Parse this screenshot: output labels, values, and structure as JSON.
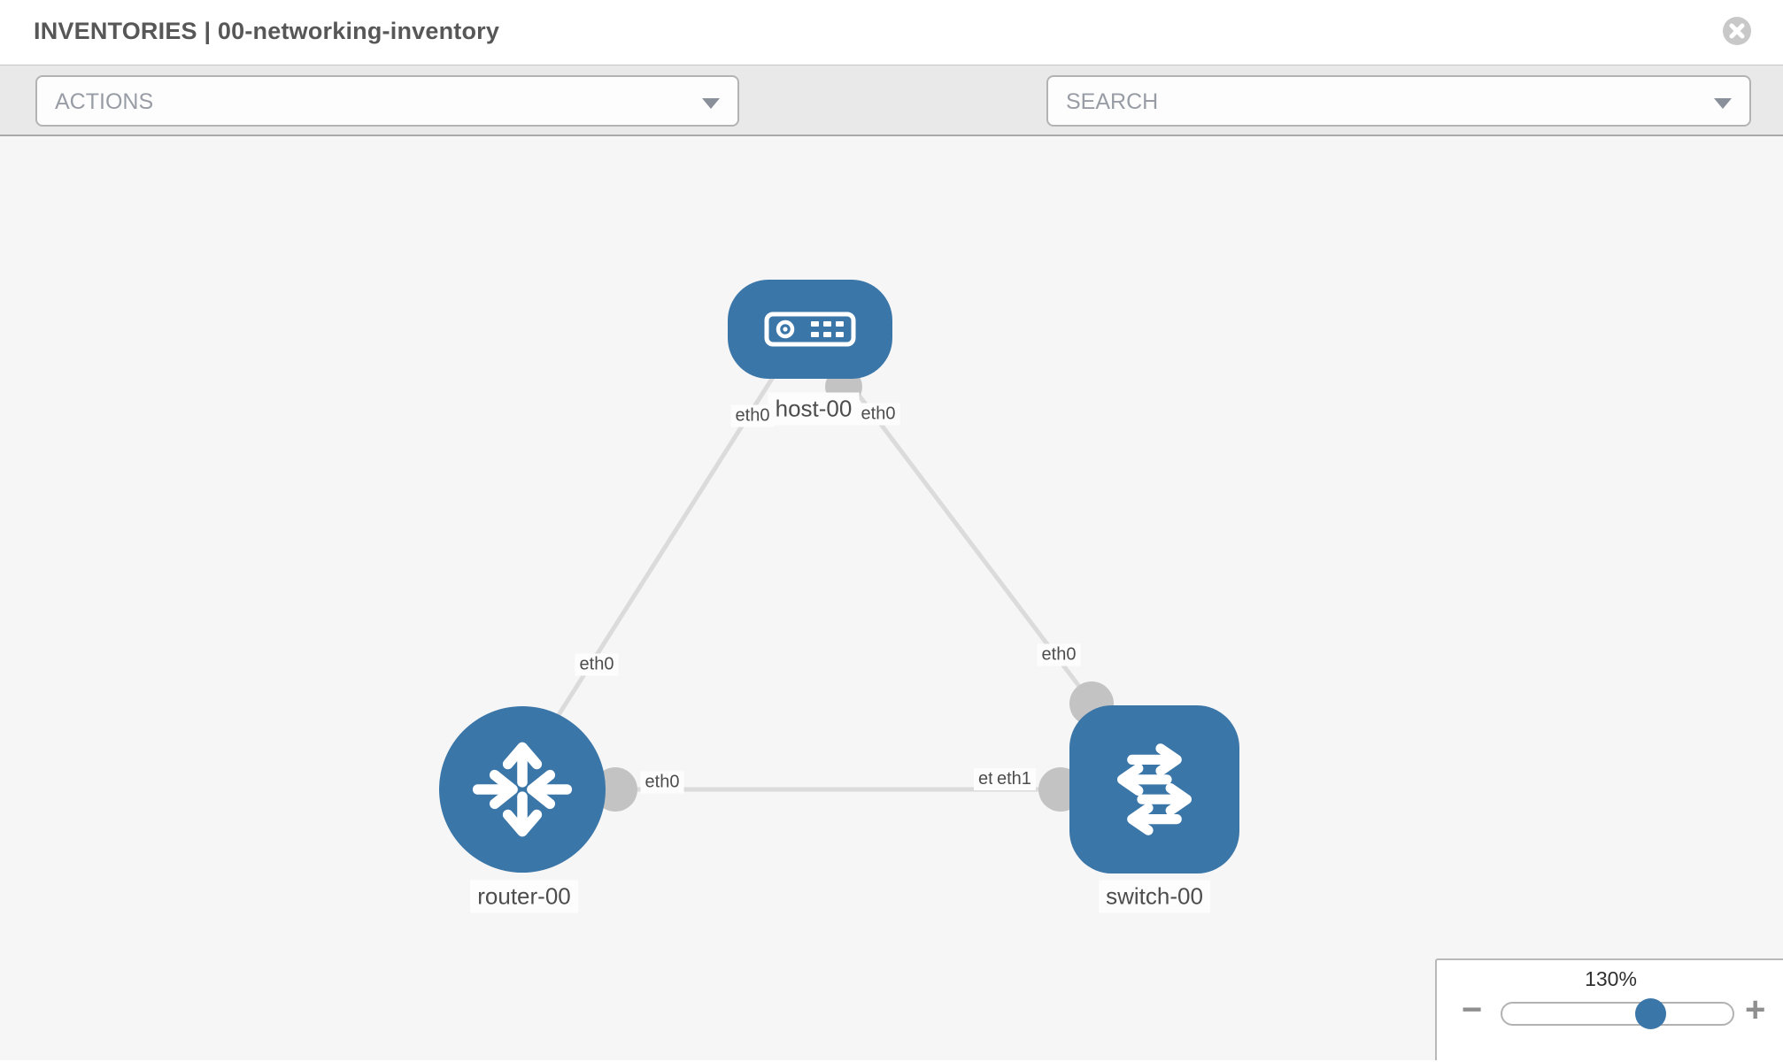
{
  "header": {
    "title_prefix": "INVENTORIES",
    "title_separator": "|",
    "title_name": "00-networking-inventory"
  },
  "toolbar": {
    "actions_label": "ACTIONS",
    "search_placeholder": "SEARCH",
    "icons": [
      "wrench-icon",
      "key-icon"
    ]
  },
  "topology": {
    "nodes": [
      {
        "id": "host-00",
        "label": "host-00",
        "type": "host",
        "icon": "server-icon"
      },
      {
        "id": "router-00",
        "label": "router-00",
        "type": "router",
        "icon": "router-arrows-icon"
      },
      {
        "id": "switch-00",
        "label": "switch-00",
        "type": "switch",
        "icon": "switch-arrows-icon"
      }
    ],
    "links": [
      {
        "from": "host-00",
        "from_interface": "eth0",
        "to": "router-00",
        "to_interface": "eth0"
      },
      {
        "from": "host-00",
        "from_interface": "eth0",
        "to": "switch-00",
        "to_interface": "eth0"
      },
      {
        "from": "router-00",
        "from_interface": "eth0",
        "to": "switch-00",
        "to_interface": "eth1"
      }
    ],
    "interface_labels": {
      "host_to_router_host_side": "eth0",
      "host_to_router_router_side": "eth0",
      "host_to_switch_host_side": "eth0",
      "host_to_switch_switch_side": "eth0",
      "router_to_switch_router_side": "eth0",
      "router_to_switch_switch_side_back": "eth0",
      "router_to_switch_switch_side_front": "eth1"
    }
  },
  "zoom_control": {
    "value": "130%",
    "minus": "−",
    "plus": "+"
  },
  "colors": {
    "node_blue": "#3b76a9",
    "link_gray": "#dbdbdb",
    "connector_gray": "#c3c3c3",
    "toolbar_bg": "#e9e9e9",
    "canvas_bg": "#f6f6f6"
  }
}
